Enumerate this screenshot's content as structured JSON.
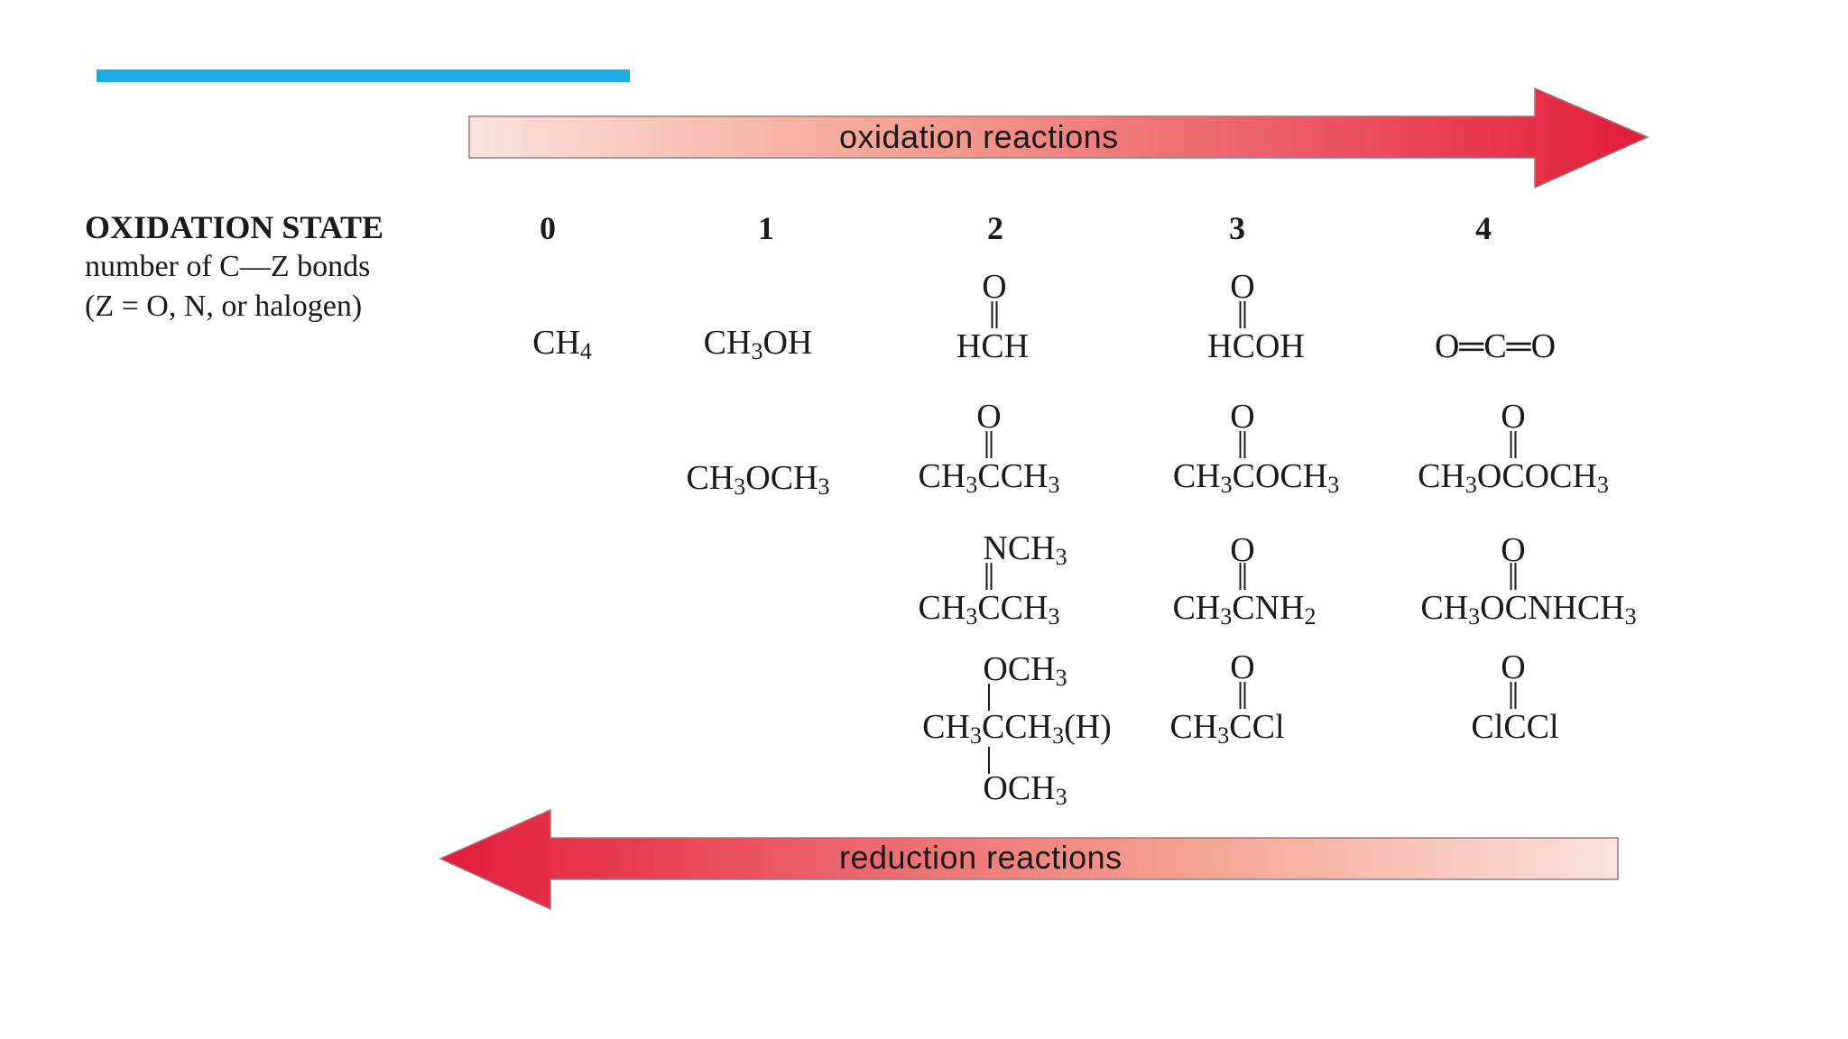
{
  "colors": {
    "accent_bar": "#1bade6",
    "arrow_light": "#fbe1dc",
    "arrow_dark": "#e31b3b"
  },
  "arrows": {
    "oxidation_label": "oxidation reactions",
    "reduction_label": "reduction reactions"
  },
  "heading": {
    "title": "OXIDATION STATE",
    "line1": "number of C—Z bonds",
    "line2": "(Z = O, N, or halogen)"
  },
  "states": [
    "0",
    "1",
    "2",
    "3",
    "4"
  ],
  "compounds": {
    "ch4": "CH<sub>4</sub>",
    "ch3oh": "CH<sub>3</sub>OH",
    "hch_o": "O",
    "hch": "HCH",
    "hcoh_o": "O",
    "hcoh": "HCOH",
    "co2": "O═C═O",
    "ch3och3": "CH<sub>3</sub>OCH<sub>3</sub>",
    "acetone_o": "O",
    "acetone": "CH<sub>3</sub>CCH<sub>3</sub>",
    "ester_o": "O",
    "ester": "CH<sub>3</sub>COCH<sub>3</sub>",
    "carbonate_o": "O",
    "carbonate": "CH<sub>3</sub>OCOCH<sub>3</sub>",
    "imine_top": "NCH<sub>3</sub>",
    "imine": "CH<sub>3</sub>CCH<sub>3</sub>",
    "amide_o": "O",
    "amide": "CH<sub>3</sub>CNH<sub>2</sub>",
    "carbamate_o": "O",
    "carbamate": "CH<sub>3</sub>OCNHCH<sub>3</sub>",
    "ketal_top": "OCH<sub>3</sub>",
    "ketal": "CH<sub>3</sub>CCH<sub>3</sub>(H)",
    "ketal_bottom": "OCH<sub>3</sub>",
    "acyl_o": "O",
    "acyl": "CH<sub>3</sub>CCl",
    "phosgene_o": "O",
    "phosgene": "ClCCl"
  }
}
